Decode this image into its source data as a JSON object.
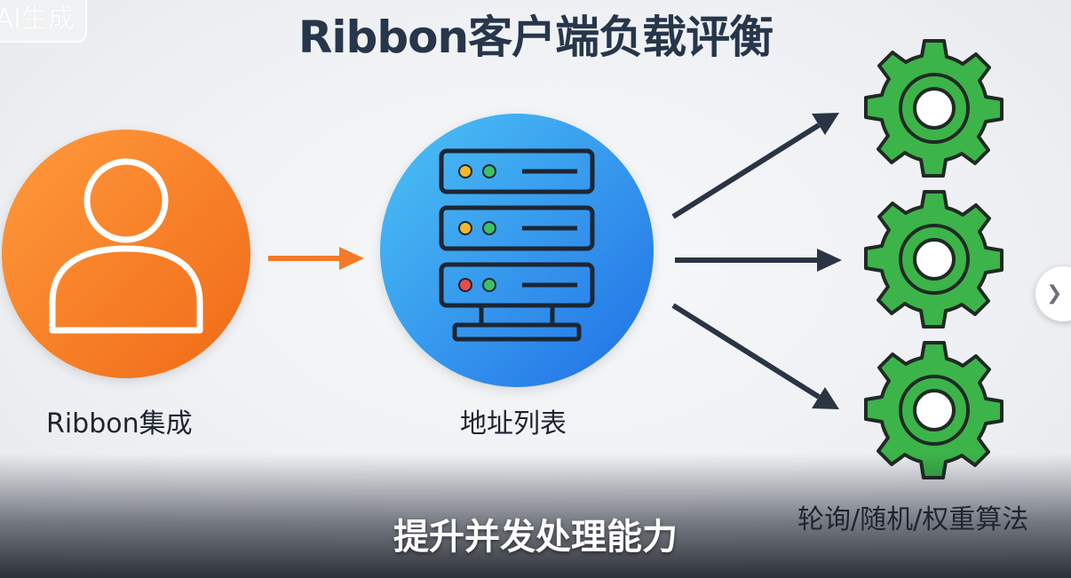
{
  "badge": {
    "text": "AI生成"
  },
  "title": "Ribbon客户端负载评衡",
  "nodes": {
    "client": {
      "label": "Ribbon集成",
      "icon": "user-icon",
      "color": "#f57a24"
    },
    "registry": {
      "label": "地址列表",
      "icon": "server-icon",
      "color": "#2f86f0"
    },
    "instances": {
      "label": "轮询/随机/权重算法",
      "icon": "gear-icon",
      "color": "#38b24a"
    }
  },
  "caption": "提升并发处理能力",
  "navigation": {
    "icon": "chevron-right-icon",
    "glyph": "❯"
  },
  "colors": {
    "title": "#27364b",
    "arrow_orange": "#f47a2a",
    "arrow_dark": "#2a3444",
    "gear_green": "#3cb44a"
  }
}
